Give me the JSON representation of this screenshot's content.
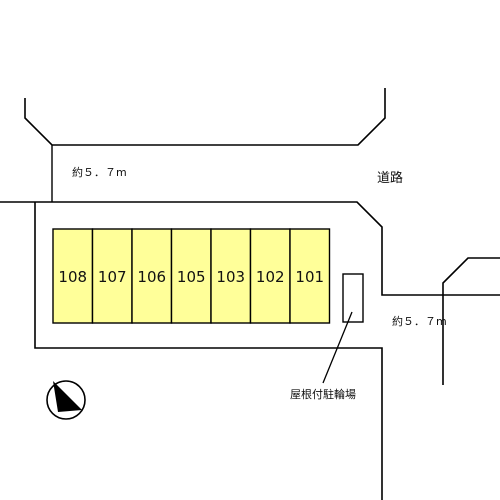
{
  "road_label": "道路",
  "road_width_top": "約５．７m",
  "road_width_right": "約５．７m",
  "bike_shelter_label": "屋根付駐輪場",
  "units": [
    "108",
    "107",
    "106",
    "105",
    "103",
    "102",
    "101"
  ],
  "colors": {
    "unit_fill": "#ffff99",
    "line": "#000000",
    "background": "#ffffff"
  },
  "compass_icon": "north-arrow-icon"
}
